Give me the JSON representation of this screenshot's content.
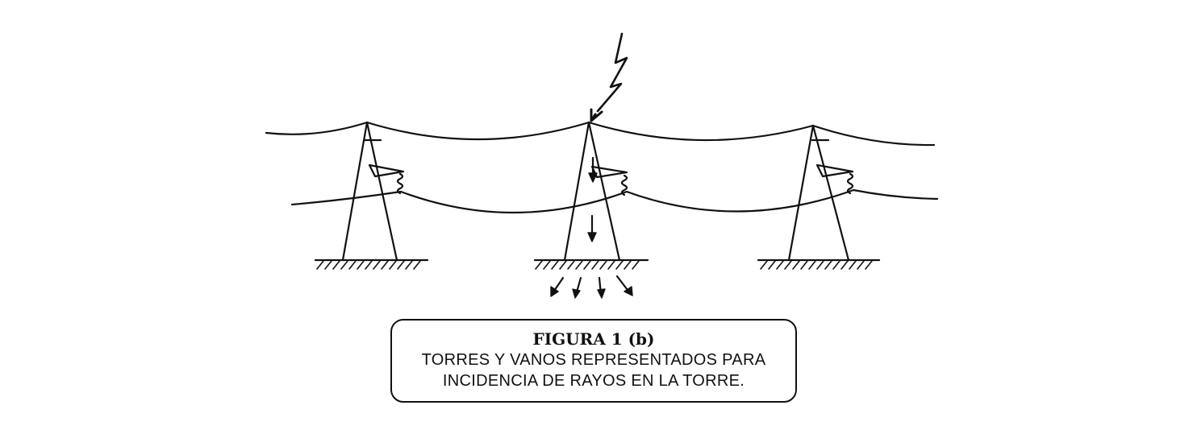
{
  "caption": {
    "title": "FIGURA 1 (b)",
    "line1": "TORRES Y VANOS REPRESENTADOS PARA",
    "line2": "INCIDENCIA DE RAYOS EN LA TORRE."
  },
  "diagram": {
    "tower_count": 3,
    "lightning_strike_tower": 2,
    "stroke_color": "#111111",
    "icons": [
      "lightning-bolt-icon",
      "current-arrow-icon",
      "ground-hatch-icon",
      "insulator-coil-icon"
    ]
  }
}
